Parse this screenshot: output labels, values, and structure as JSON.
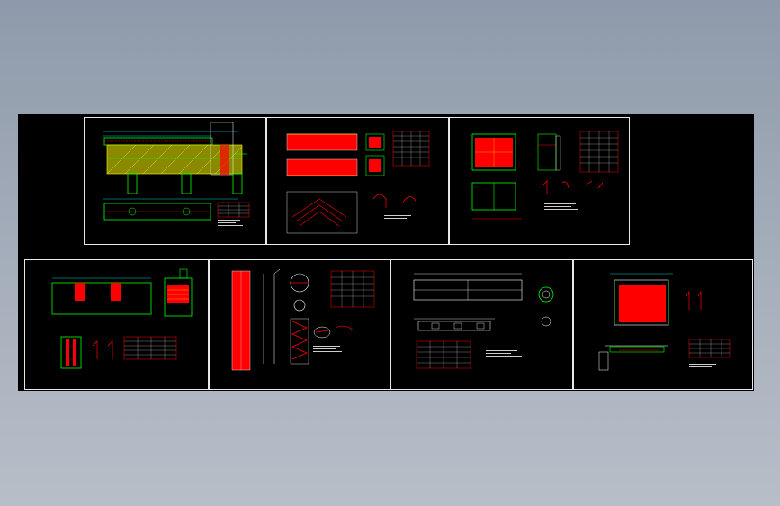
{
  "sheets": [
    {
      "id": "S1",
      "title": "cad-sheet-pier-elevation",
      "label": "",
      "number": ""
    },
    {
      "id": "S2",
      "title": "cad-sheet-slab-rebar",
      "label": "",
      "number": ""
    },
    {
      "id": "S3",
      "title": "cad-sheet-panel-detail",
      "label": "",
      "number": ""
    },
    {
      "id": "S4",
      "title": "cad-sheet-joint-detail",
      "label": "",
      "number": ""
    },
    {
      "id": "S5",
      "title": "cad-sheet-column-rebar",
      "label": "",
      "number": ""
    },
    {
      "id": "S6",
      "title": "cad-sheet-beam-section",
      "label": "",
      "number": ""
    },
    {
      "id": "S7",
      "title": "cad-sheet-plate-detail",
      "label": "",
      "number": ""
    }
  ],
  "colors": {
    "background_top": "#8e9aab",
    "background_bottom": "#b8bec8",
    "canvas": "#000000",
    "frame": "#e8e8e8",
    "rebar": "#ff0000",
    "concrete_outline": "#00ff00",
    "dimension": "#00ffff",
    "hatch": "#ffff00",
    "text": "#ffffff"
  }
}
